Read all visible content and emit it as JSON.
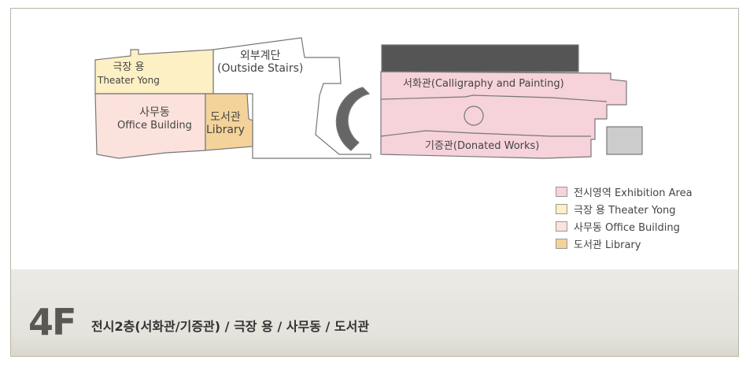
{
  "map": {
    "rooms": [
      {
        "id": "theater",
        "label_ko": "극장 용",
        "label_en": "Theater Yong"
      },
      {
        "id": "stairs",
        "label_ko": "외부계단",
        "label_en": "(Outside Stairs)"
      },
      {
        "id": "office",
        "label_ko": "사무동",
        "label_en": "Office Building"
      },
      {
        "id": "library",
        "label_ko": "도서관",
        "label_en": "Library"
      },
      {
        "id": "calligraphy",
        "label": "서화관(Calligraphy and Painting)"
      },
      {
        "id": "donated",
        "label": "기증관(Donated Works)"
      }
    ]
  },
  "legend": [
    {
      "label": "전시영역 Exhibition Area",
      "color": "#f6d2da"
    },
    {
      "label": "극장 용 Theater Yong",
      "color": "#fdf0c4"
    },
    {
      "label": "사무동 Office Building",
      "color": "#fbe2dc"
    },
    {
      "label": "도서관 Library",
      "color": "#f4d39a"
    }
  ],
  "footer": {
    "floor": "4F",
    "description": "전시2층(서화관/기증관) / 극장 용 / 사무동 / 도서관"
  }
}
